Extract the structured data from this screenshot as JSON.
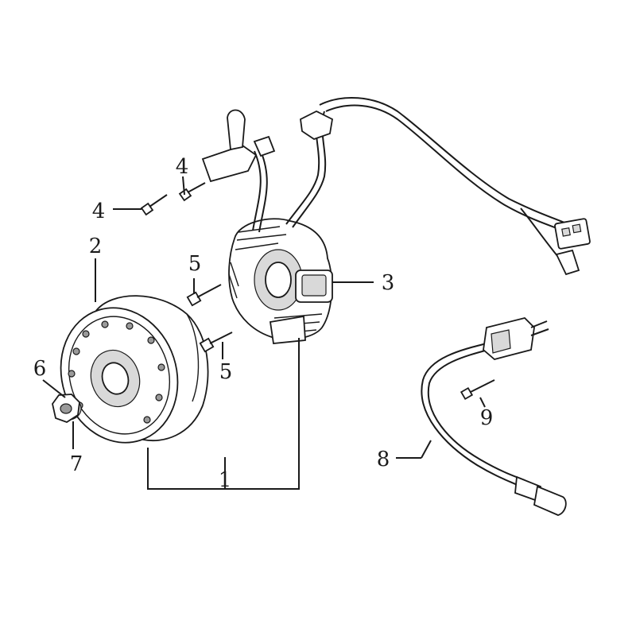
{
  "diagram": {
    "callouts": [
      {
        "id": "flywheel-rotor",
        "number": "1"
      },
      {
        "id": "rotor-housing",
        "number": "2"
      },
      {
        "id": "stator",
        "number": "3"
      },
      {
        "id": "bolt-upper-a",
        "number": "4"
      },
      {
        "id": "bolt-upper-b",
        "number": "4"
      },
      {
        "id": "bolt-stator-a",
        "number": "5"
      },
      {
        "id": "bolt-stator-b",
        "number": "5"
      },
      {
        "id": "washer",
        "number": "6"
      },
      {
        "id": "nut",
        "number": "7"
      },
      {
        "id": "sensor-cable",
        "number": "8"
      },
      {
        "id": "sensor-bolt",
        "number": "9"
      }
    ]
  }
}
